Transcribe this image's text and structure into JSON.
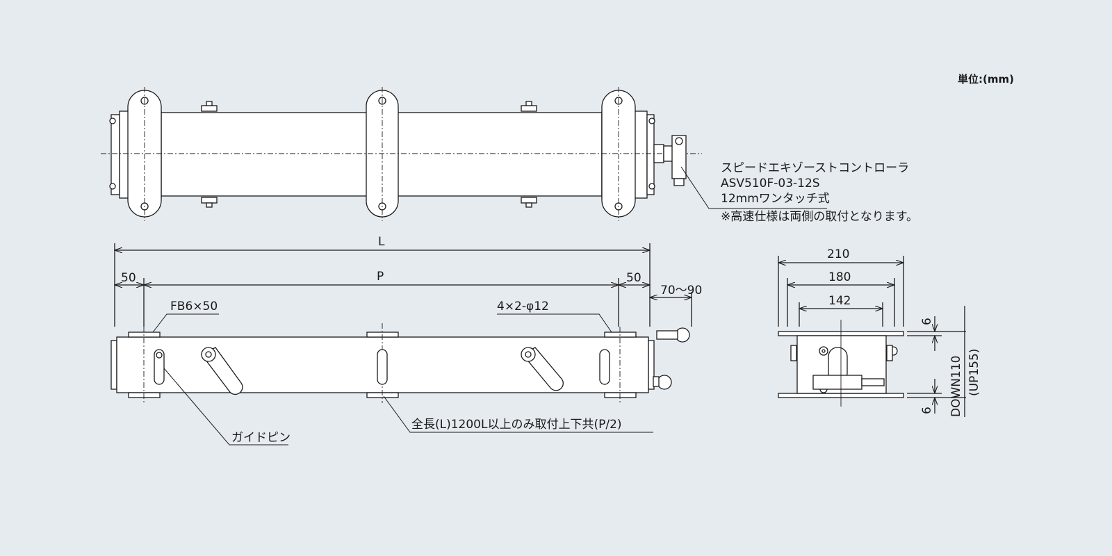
{
  "unit_label": "単位:(mm)",
  "callout": {
    "line1": "スピードエキゾーストコントローラ",
    "line2": "ASV510F-03-12S",
    "line3": "12mmワンタッチ式",
    "note": "※高速仕様は両側の取付となります。"
  },
  "side_view": {
    "dim_L": "L",
    "dim_P": "P",
    "dim_50_left": "50",
    "dim_50_right": "50",
    "dim_70_90": "70～90",
    "label_fb": "FB6×50",
    "label_holes": "4×2-φ12",
    "label_guide_pin": "ガイドピン",
    "label_note": "全長(L)1200L以上のみ取付上下共(P/2)"
  },
  "end_view": {
    "dim_210": "210",
    "dim_180": "180",
    "dim_142": "142",
    "dim_6_top": "6",
    "dim_6_bottom": "6",
    "dim_down": "DOWN110",
    "dim_up": "(UP155)"
  },
  "colors": {
    "background": "#e6ebf0",
    "line": "#1a1a1a",
    "part_fill": "#ffffff"
  }
}
